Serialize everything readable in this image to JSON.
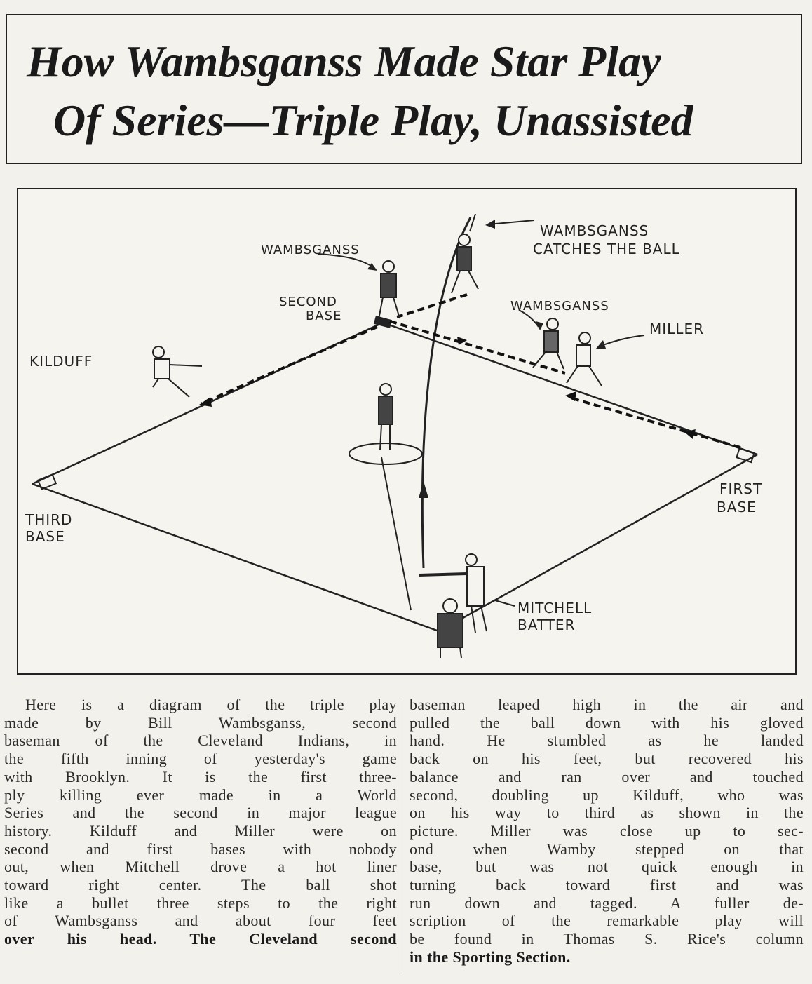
{
  "headline": {
    "line1": "How Wambsganss Made Star Play",
    "line2": "Of Series—Triple Play, Unassisted"
  },
  "diagram": {
    "labels": {
      "wambsganss_top": "WAMBSGANSS",
      "wambsganss_catch_1": "WAMBSGANSS",
      "wambsganss_catch_2": "CATCHES THE BALL",
      "second_base_1": "SECOND",
      "second_base_2": "BASE",
      "wambsganss_right": "WAMBSGANSS",
      "miller": "MILLER",
      "kilduff": "KILDUFF",
      "third_base_1": "THIRD",
      "third_base_2": "BASE",
      "first_base_1": "FIRST",
      "first_base_2": "BASE",
      "mitchell_1": "MITCHELL",
      "mitchell_2": "BATTER"
    }
  },
  "article": {
    "col1": [
      "Here is a diagram of the triple play",
      "made by Bill Wambsganss, second",
      "baseman of the Cleveland Indians, in",
      "the fifth inning of yesterday's game",
      "with Brooklyn. It is the first three-",
      "ply killing ever made in a World",
      "Series and the second in major league",
      "history. Kilduff and Miller were on",
      "second and first bases with nobody",
      "out, when Mitchell drove a hot liner",
      "toward right center. The ball shot",
      "like a bullet three steps to the right",
      "of Wambsganss and about four feet",
      "over his head. The Cleveland second"
    ],
    "col2": [
      "baseman leaped high in the air and",
      "pulled the ball down with his gloved",
      "hand. He stumbled as he landed",
      "back on his feet, but recovered his",
      "balance and ran over and touched",
      "second, doubling up Kilduff, who was",
      "on his way to third as shown in the",
      "picture. Miller was close up to sec-",
      "ond when Wamby stepped on that",
      "base, but was not quick enough in",
      "turning back toward first and was",
      "run down and tagged. A fuller de-",
      "scription of the remarkable play will",
      "be found in Thomas S. Rice's column",
      "in the Sporting Section."
    ]
  }
}
